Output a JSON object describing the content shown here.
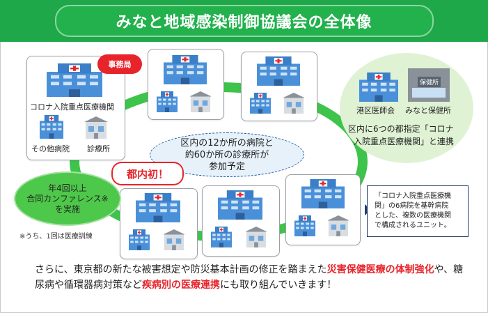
{
  "title": "みなと地域感染制御協議会の全体像",
  "badge_secretariat": "事務局",
  "labels": {
    "corona_hospital": "コロナ入院重点医療機関",
    "other_hospital": "その他病院",
    "clinic": "診療所",
    "medical_assoc": "港区医師会",
    "health_center": "みなと保健所",
    "health_center_sign": "保健所"
  },
  "first_in_tokyo": "都内初！",
  "center": {
    "line1": "区内の12か所の病院と",
    "line2": "約60か所の診療所が",
    "line3": "参加予定"
  },
  "conference": {
    "line1": "年4回以上",
    "line2": "合同カンファレンス※",
    "line3": "を実施",
    "note": "※うち、1回は医療訓練"
  },
  "right_oval": {
    "line1": "区内に6つの都指定「コロナ",
    "line2": "入院重点医療機関」と連携"
  },
  "info_box": {
    "line1": "「コロナ入院重点医療機",
    "line2": "関」の6病院を基幹病院",
    "line3": "とした、複数の医療機関",
    "line4": "で構成されるユニット。"
  },
  "bottom": {
    "part1": "さらに、東京都の新たな被害想定や防災基本計画の修正を踏まえた",
    "part2_red": "災害保健医療の体制強化",
    "part3": "や、糖尿病や循環器病対策など",
    "part4_red": "疾病別の医療連携",
    "part5": "にも取り組んでいきます！"
  },
  "colors": {
    "green": "#22b14c",
    "red": "#e8242b",
    "navy": "#1d3a6b",
    "light_blue": "#e6f1fa"
  },
  "icons": [
    "hospital-icon",
    "clinic-icon",
    "health-center-icon",
    "arrow-right-icon"
  ]
}
